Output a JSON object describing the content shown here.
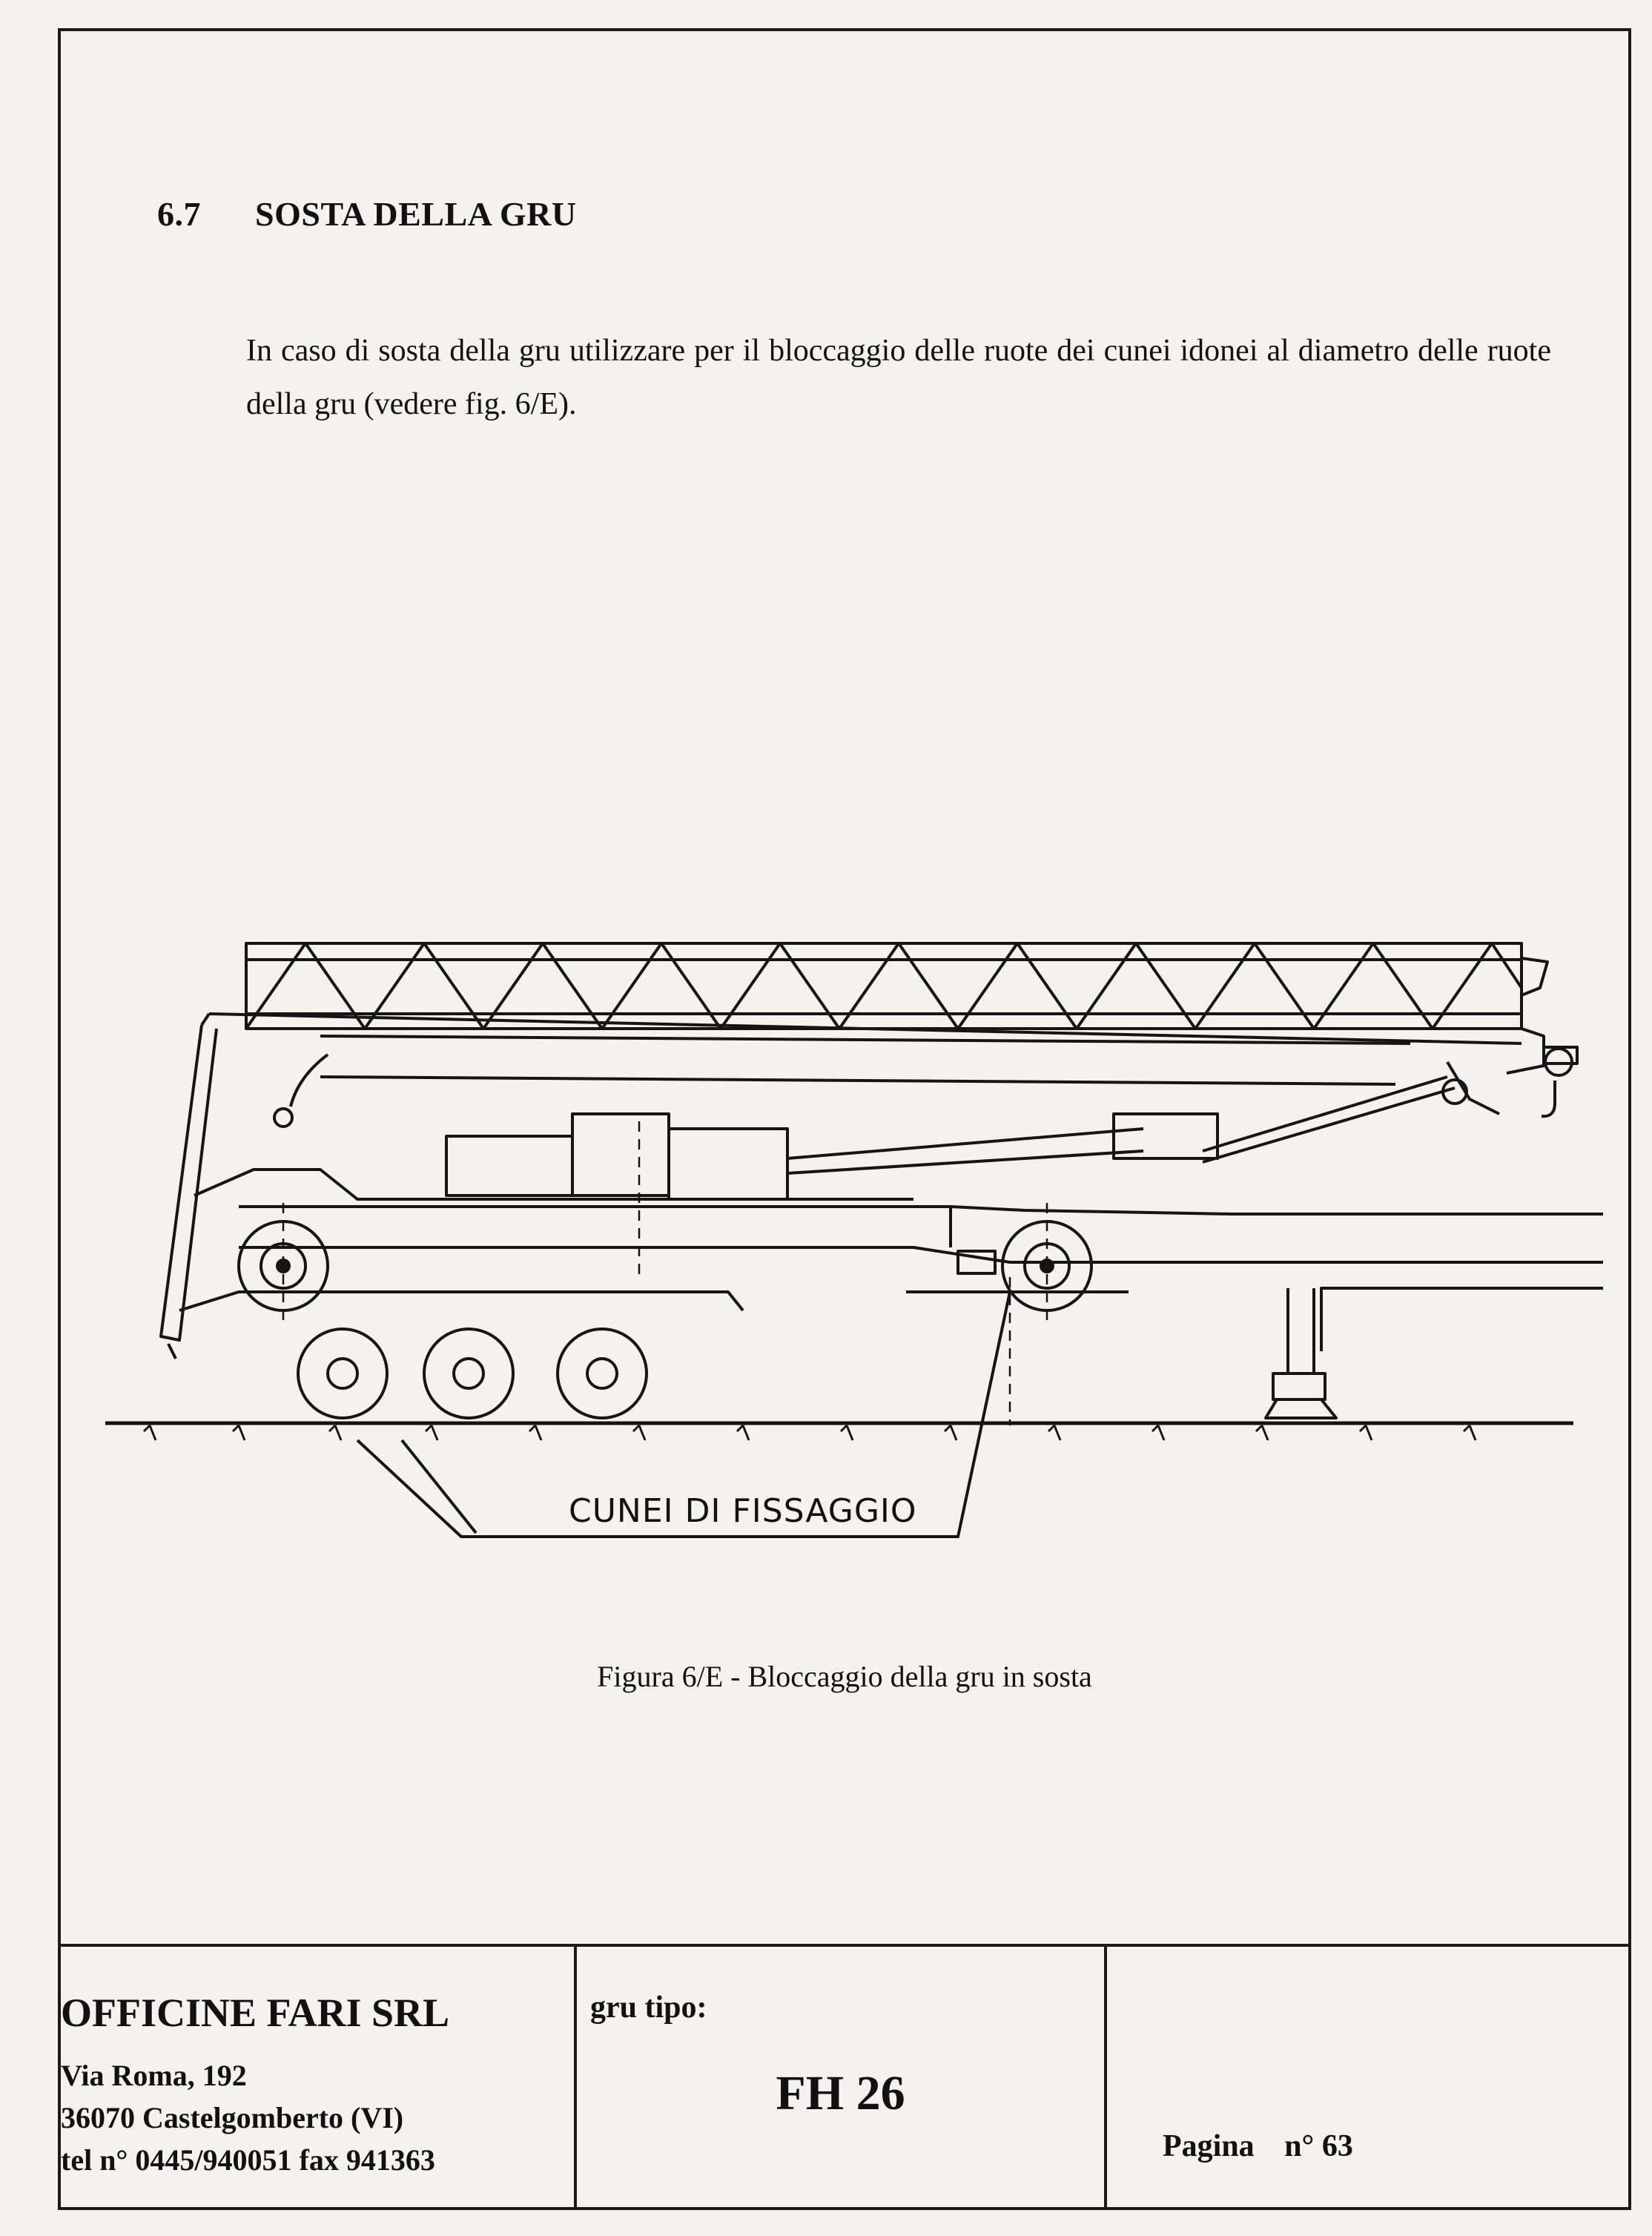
{
  "section": {
    "number": "6.7",
    "title": "SOSTA DELLA GRU"
  },
  "body": {
    "paragraph": "In caso di sosta della gru utilizzare per il bloccaggio delle ruote dei cunei idonei al diametro delle ruote della gru (vedere fig. 6/E)."
  },
  "figure": {
    "label": "CUNEI DI FISSAGGIO",
    "caption": "Figura 6/E - Bloccaggio della gru in sosta"
  },
  "footer": {
    "company": {
      "name": "OFFICINE FARI SRL",
      "address": "Via Roma, 192",
      "city": "36070 Castelgomberto (VI)",
      "contacts": "tel n° 0445/940051 fax 941363"
    },
    "crane_type": {
      "label": "gru tipo:",
      "value": "FH 26"
    },
    "page": {
      "label": "Pagina",
      "number_label": "n°",
      "number": "63"
    }
  }
}
